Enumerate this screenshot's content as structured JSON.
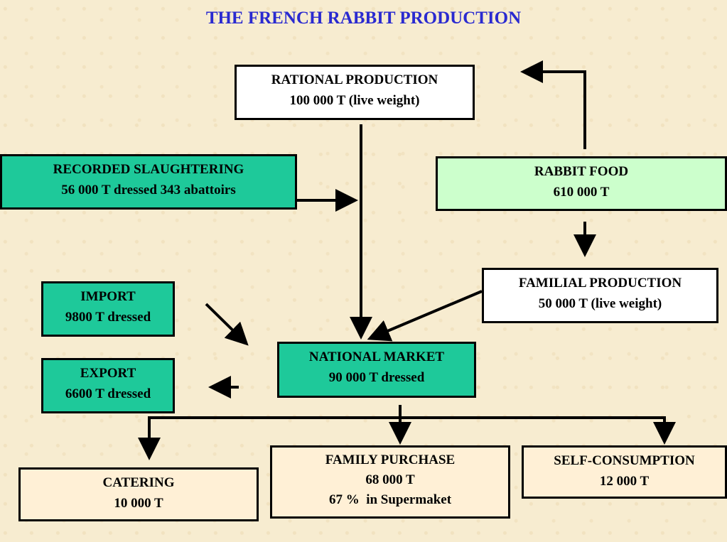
{
  "title": "THE FRENCH RABBIT PRODUCTION",
  "nodes": {
    "rational_production": {
      "line1": "RATIONAL PRODUCTION",
      "line2": "100 000 T (live weight)"
    },
    "recorded_slaughtering": {
      "line1": "RECORDED SLAUGHTERING",
      "line2": "56 000 T dressed 343 abattoirs"
    },
    "rabbit_food": {
      "line1": "RABBIT FOOD",
      "line2": "610 000 T"
    },
    "familial_production": {
      "line1": "FAMILIAL PRODUCTION",
      "line2": "50 000 T (live weight)"
    },
    "import": {
      "line1": "IMPORT",
      "line2": "9800 T dressed"
    },
    "export": {
      "line1": "EXPORT",
      "line2": "6600 T dressed"
    },
    "national_market": {
      "line1": "NATIONAL MARKET",
      "line2": "90 000 T dressed"
    },
    "catering": {
      "line1": "CATERING",
      "line2": "10 000 T"
    },
    "family_purchase": {
      "line1": "FAMILY PURCHASE",
      "line2": "68 000 T",
      "line3": "67 %  in Supermaket"
    },
    "self_consumption": {
      "line1": "SELF-CONSUMPTION",
      "line2": "12 000 T"
    }
  },
  "colors": {
    "title": "#2a2ad0",
    "teal_box": "#1ec99a",
    "mint_box": "#ccffcc",
    "cream_box": "#fff0d6",
    "white_box": "#ffffff",
    "background": "#f7ecd0"
  }
}
